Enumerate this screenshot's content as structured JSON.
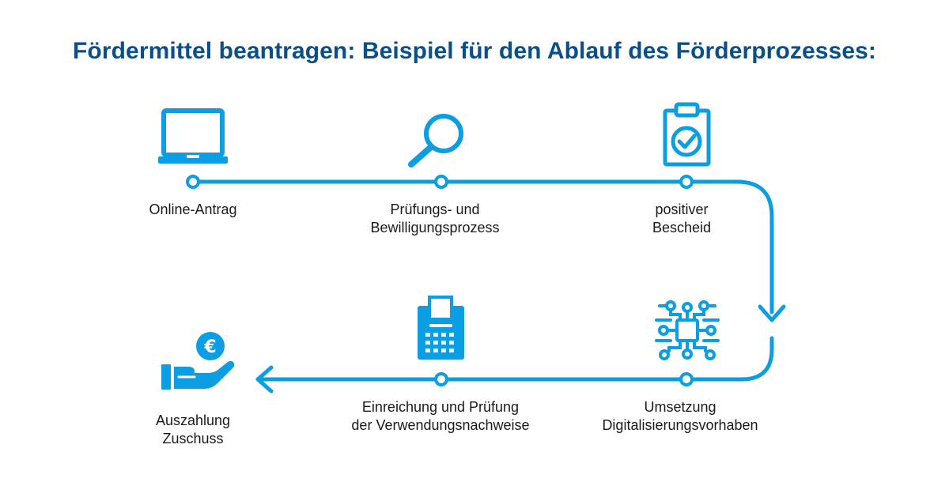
{
  "title": "Fördermittel beantragen: Beispiel für den Ablauf des Förderprozesses:",
  "colors": {
    "title": "#0a4f8a",
    "flow": "#0c9ee3",
    "text": "#1a1a1a"
  },
  "steps": [
    {
      "lines": [
        "Online-Antrag"
      ],
      "icon": "laptop-icon"
    },
    {
      "lines": [
        "Prüfungs- und",
        "Bewilligungsprozess"
      ],
      "icon": "magnifier-icon"
    },
    {
      "lines": [
        "positiver",
        "Bescheid"
      ],
      "icon": "clipboard-check-icon"
    },
    {
      "lines": [
        "Umsetzung",
        "Digitalisierungsvorhaben"
      ],
      "icon": "circuit-chip-icon"
    },
    {
      "lines": [
        "Einreichung und Prüfung",
        "der Verwendungsnachweise"
      ],
      "icon": "calculator-receipt-icon"
    },
    {
      "lines": [
        "Auszahlung",
        "Zuschuss"
      ],
      "icon": "hand-euro-icon"
    }
  ]
}
